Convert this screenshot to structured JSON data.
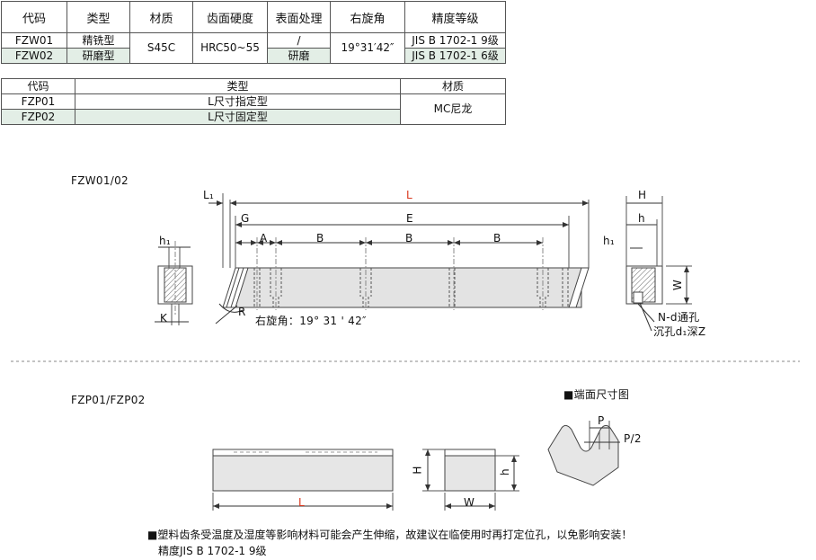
{
  "spec_table": {
    "headers": [
      "代码",
      "类型",
      "材质",
      "齿面硬度",
      "表面处理",
      "右旋角",
      "精度等级"
    ],
    "rows": [
      {
        "code": "FZW01",
        "type": "精铣型",
        "surface": "/",
        "precision": "JIS B 1702-1 9级"
      },
      {
        "code": "FZW02",
        "type": "研磨型",
        "surface": "研磨",
        "precision": "JIS B 1702-1 6级"
      }
    ],
    "material": "S45C",
    "hardness": "HRC50~55",
    "helix_angle": "19°31′42″"
  },
  "spec_table2": {
    "headers": [
      "代码",
      "类型",
      "材质"
    ],
    "rows": [
      {
        "code": "FZP01",
        "type": "L尺寸指定型"
      },
      {
        "code": "FZP02",
        "type": "L尺寸固定型"
      }
    ],
    "material": "MC尼龙"
  },
  "drawing1": {
    "title": "FZW01/02",
    "labels": {
      "L1": "L₁",
      "L": "L",
      "G": "G",
      "E": "E",
      "A": "A",
      "B": "B",
      "h1": "h₁",
      "K": "K",
      "R": "R",
      "H": "H",
      "h": "h",
      "W": "W"
    },
    "helix_note": "右旋角：19° 31 ' 42″",
    "hole_note1": "N-d通孔",
    "hole_note2": "沉孔d₁深Z"
  },
  "drawing2": {
    "title": "FZP01/FZP02",
    "end_view_title": "■端面尺寸图",
    "labels": {
      "P": "P",
      "P2": "P/2",
      "L": "L",
      "H": "H",
      "h": "h",
      "W": "W"
    },
    "note_line1": "■塑料齿条受温度及湿度等影响材料可能会产生伸缩，故建议在临使用时再打定位孔，以免影响安装！",
    "note_line2": "精度JIS  B  1702-1 9级"
  },
  "colors": {
    "dimension_red": "#d9381e",
    "header_green": "#e3eee6",
    "divider": "#888888"
  }
}
